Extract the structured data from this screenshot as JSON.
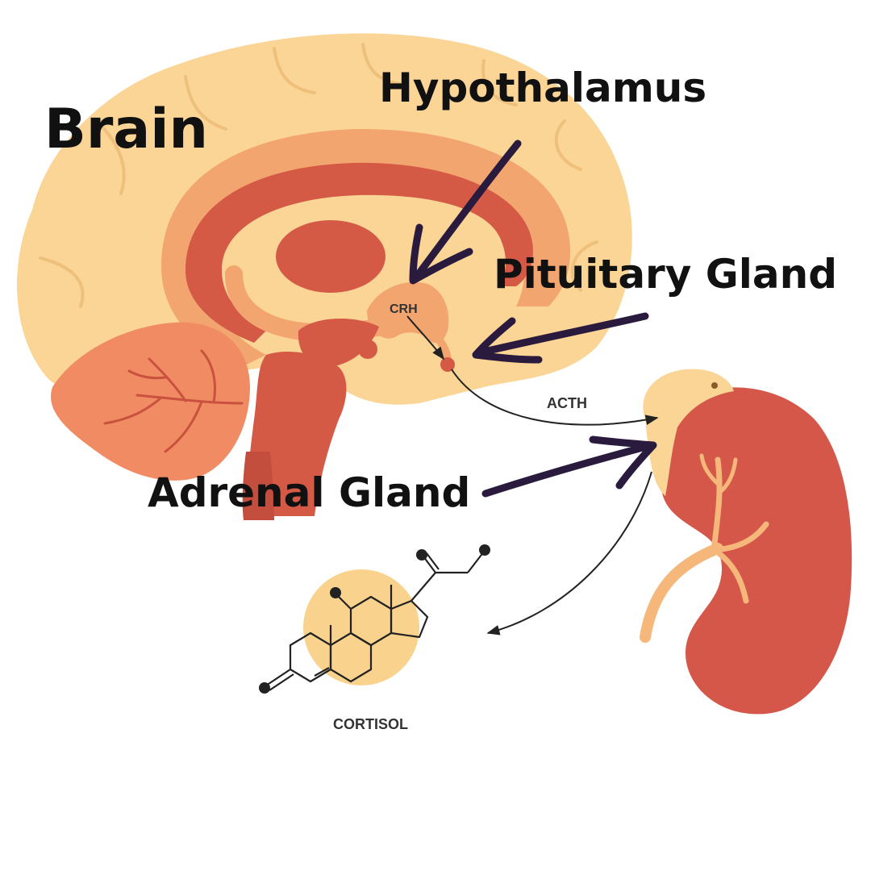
{
  "labels": {
    "brain": "Brain",
    "hypothalamus": "Hypothalamus",
    "pituitary": "Pituitary Gland",
    "adrenal": "Adrenal Gland"
  },
  "hormones": {
    "crh": "CRH",
    "acth": "ACTH",
    "cortisol": "CORTISOL"
  },
  "colors": {
    "brain_light": "#FAD596",
    "brain_mid": "#F3A56F",
    "brain_dark": "#D45A46",
    "kidney": "#D4574A",
    "kidney_vessel": "#F6B77A",
    "arrow_marker": "#2A1A3E",
    "cortisol_circle": "#F9D38D"
  }
}
